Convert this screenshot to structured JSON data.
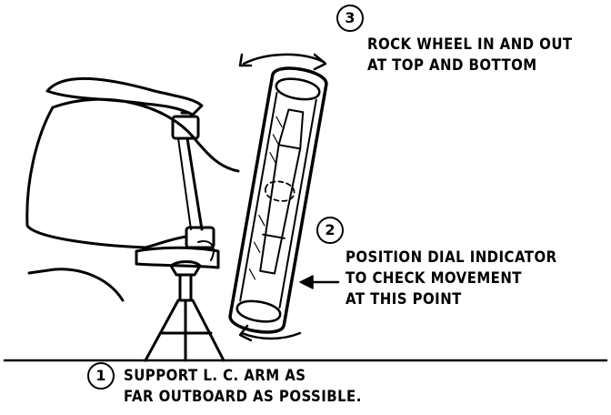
{
  "steps": [
    {
      "number": "1",
      "lines": [
        "SUPPORT L. C. ARM AS",
        "FAR OUTBOARD AS POSSIBLE."
      ]
    },
    {
      "number": "2",
      "lines": [
        "POSITION DIAL INDICATOR",
        "TO CHECK MOVEMENT",
        "AT THIS POINT"
      ]
    },
    {
      "number": "3",
      "lines": [
        "ROCK WHEEL IN AND OUT",
        "AT TOP AND BOTTOM"
      ]
    }
  ],
  "colors": {
    "ink": "#000000",
    "paper": "#ffffff"
  }
}
